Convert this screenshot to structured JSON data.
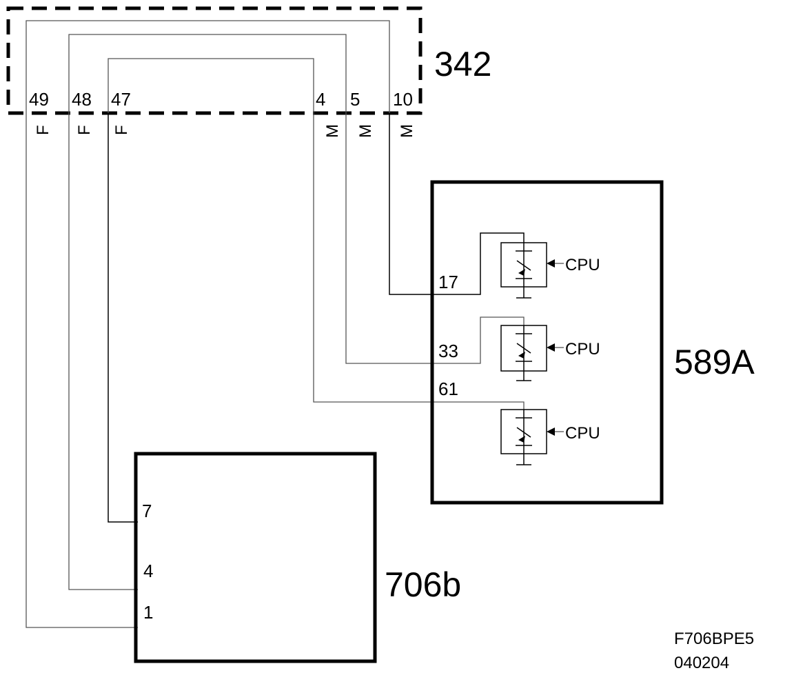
{
  "components": {
    "connector": {
      "label": "342"
    },
    "module_589a": {
      "label": "589A"
    },
    "module_706b": {
      "label": "706b"
    }
  },
  "connector_pins": [
    {
      "number": "49",
      "gender": "F"
    },
    {
      "number": "48",
      "gender": "F"
    },
    {
      "number": "47",
      "gender": "F"
    },
    {
      "number": "4",
      "gender": "M"
    },
    {
      "number": "5",
      "gender": "M"
    },
    {
      "number": "10",
      "gender": "M"
    }
  ],
  "module_589a_pins": [
    "17",
    "33",
    "61"
  ],
  "module_706b_pins": [
    "7",
    "4",
    "1"
  ],
  "driver_labels": [
    "CPU",
    "CPU",
    "CPU"
  ],
  "reference": {
    "code": "F706BPE5",
    "date": "040204"
  }
}
